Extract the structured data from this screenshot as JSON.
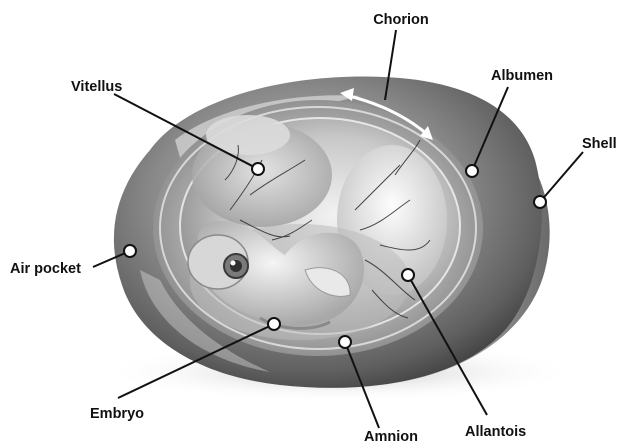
{
  "diagram": {
    "labels": {
      "chorion": "Chorion",
      "vitellus": "Vitellus",
      "albumen": "Albumen",
      "shell": "Shell",
      "air_pocket": "Air pocket",
      "embryo": "Embryo",
      "amnion": "Amnion",
      "allantois": "Allantois"
    }
  },
  "colors": {
    "label_text": "#111111",
    "shell_outer": "#6f6f6f",
    "shell_highlight": "#d9d9d9",
    "albumen": "#9a9a9a",
    "inner_sac": "#c9c9c9",
    "vessels": "#2b2b2b"
  }
}
